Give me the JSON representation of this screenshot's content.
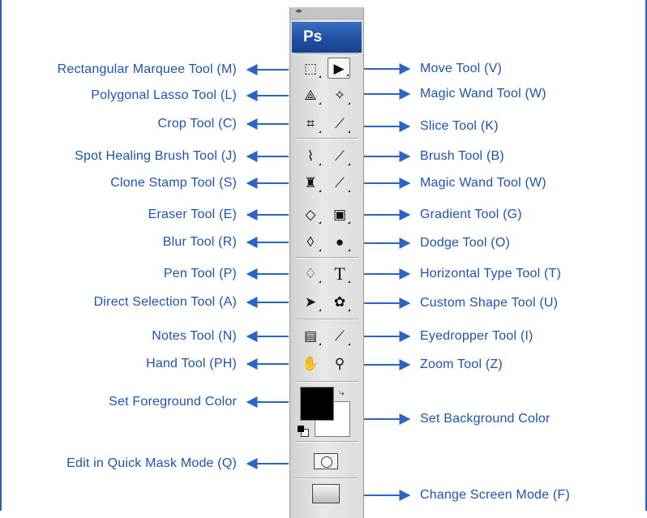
{
  "left_labels": [
    "Rectangular Marquee Tool (M)",
    "Polygonal Lasso Tool (L)",
    "Crop Tool (C)",
    "Spot Healing Brush Tool (J)",
    "Clone Stamp Tool (S)",
    "Eraser Tool (E)",
    "Blur Tool (R)",
    "Pen Tool (P)",
    "Direct Selection Tool (A)",
    "Notes Tool (N)",
    "Hand Tool (PH)",
    "Set Foreground Color",
    "Edit in Quick Mask Mode (Q)"
  ],
  "right_labels": [
    "Move Tool (V)",
    "Magic Wand Tool (W)",
    "Slice Tool (K)",
    "Brush Tool (B)",
    "Magic Wand Tool (W)",
    "Gradient Tool (G)",
    "Dodge Tool (O)",
    "Horizontal Type Tool (T)",
    "Custom Shape Tool (U)",
    "Eyedropper Tool (I)",
    "Zoom Tool (Z)",
    "Set Background Color",
    "Change Screen Mode (F)"
  ],
  "toolbox": {
    "grip": "◂▸",
    "logo": "Ps",
    "glyphs": {
      "marquee": "⬚",
      "move": "▶",
      "lasso": "⟁",
      "wand": "✧",
      "crop": "⌗",
      "slice": "⟋",
      "heal": "⌇",
      "brush": "⟋",
      "stamp": "♜",
      "history": "⟋",
      "eraser": "◇",
      "gradient": "▣",
      "blur": "◊",
      "dodge": "●",
      "pen": "♢",
      "type": "T",
      "select": "➤",
      "shape": "✿",
      "notes": "▤",
      "eyedrop": "⟋",
      "hand": "✋",
      "zoom": "⚲",
      "mask": "◯",
      "screen": "▭"
    }
  },
  "colors": {
    "accent": "#1c55b0",
    "foreground": "#000000",
    "background": "#ffffff"
  }
}
